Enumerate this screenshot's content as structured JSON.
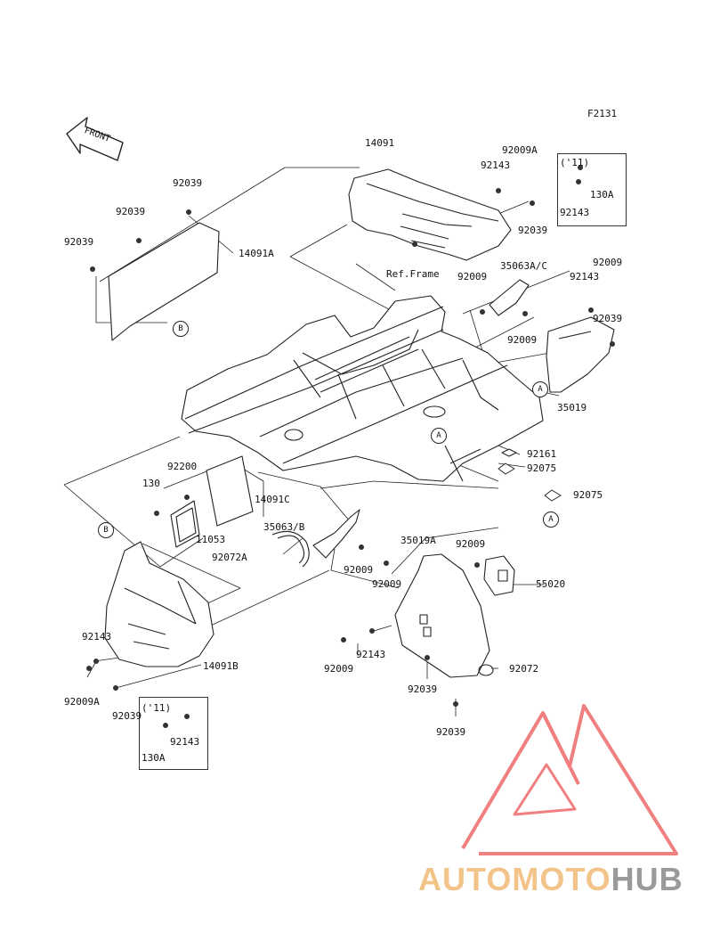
{
  "figure_code": "F2131",
  "front_arrow": "FRONT",
  "ref_frame": "Ref.Frame",
  "brand": {
    "part1": "AUTOMOTO",
    "part2": "HUB",
    "color1": "#f3c48a",
    "color2": "#9a9a9a",
    "logo_color": "#f08080"
  },
  "insets": [
    {
      "year": "('11)",
      "parts": [
        "130A",
        "92143"
      ]
    },
    {
      "year": "('11)",
      "parts": [
        "92143",
        "130A"
      ]
    }
  ],
  "circle_refs": [
    "A",
    "A",
    "A",
    "B",
    "B"
  ],
  "labels": [
    "14091",
    "92009A",
    "92143",
    "92039",
    "92039",
    "92039",
    "14091A",
    "92039",
    "35063A/C",
    "92009",
    "92009",
    "92143",
    "92039",
    "92009",
    "35019",
    "92161",
    "92075",
    "92075",
    "92200",
    "130",
    "14091C",
    "11053",
    "35063/B",
    "92072A",
    "92009",
    "92009",
    "35019A",
    "92009",
    "55020",
    "92143",
    "14091B",
    "92009A",
    "92039",
    "92009",
    "92143",
    "92039",
    "92072",
    "92039"
  ]
}
